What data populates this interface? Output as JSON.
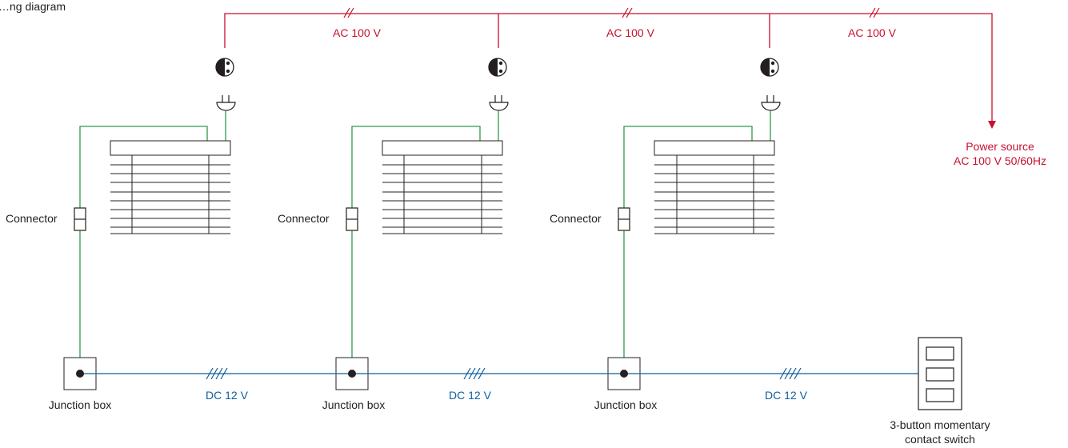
{
  "diagram": {
    "header_text": "…ng diagram",
    "colors": {
      "ac": "#c8102e",
      "dc": "#0f5e9c",
      "motor": "#2e9a47",
      "ink": "#231f20"
    },
    "ac_labels": [
      "AC 100 V",
      "AC 100 V",
      "AC 100 V"
    ],
    "power_source": {
      "line1": "Power source",
      "line2": "AC 100 V 50/60Hz"
    },
    "connector_labels": [
      "Connector",
      "Connector",
      "Connector"
    ],
    "junction_labels": [
      "Junction box",
      "Junction box",
      "Junction box"
    ],
    "dc_labels": [
      "DC 12 V",
      "DC 12 V",
      "DC 12 V"
    ],
    "switch": {
      "line1": "3-button momentary",
      "line2": "contact switch"
    }
  }
}
